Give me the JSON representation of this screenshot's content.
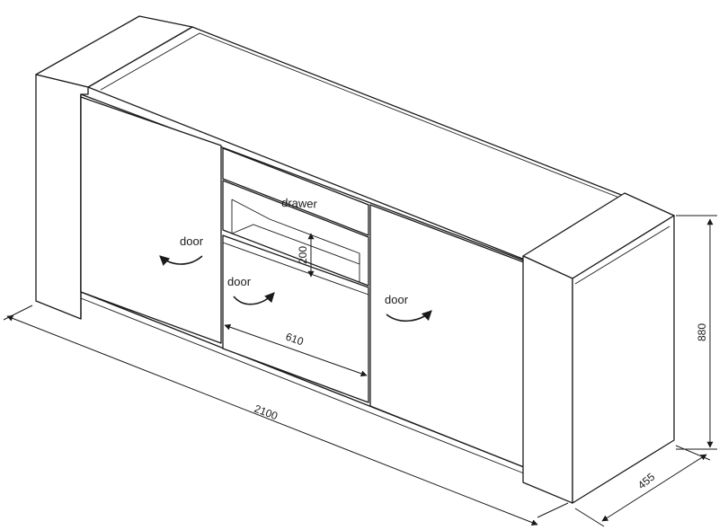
{
  "labels": {
    "drawer": "drawer",
    "door_left": "door",
    "door_center": "door",
    "door_right": "door"
  },
  "dimensions": {
    "width": "2100",
    "height": "880",
    "depth": "455",
    "opening_width": "610",
    "opening_height": "200"
  }
}
